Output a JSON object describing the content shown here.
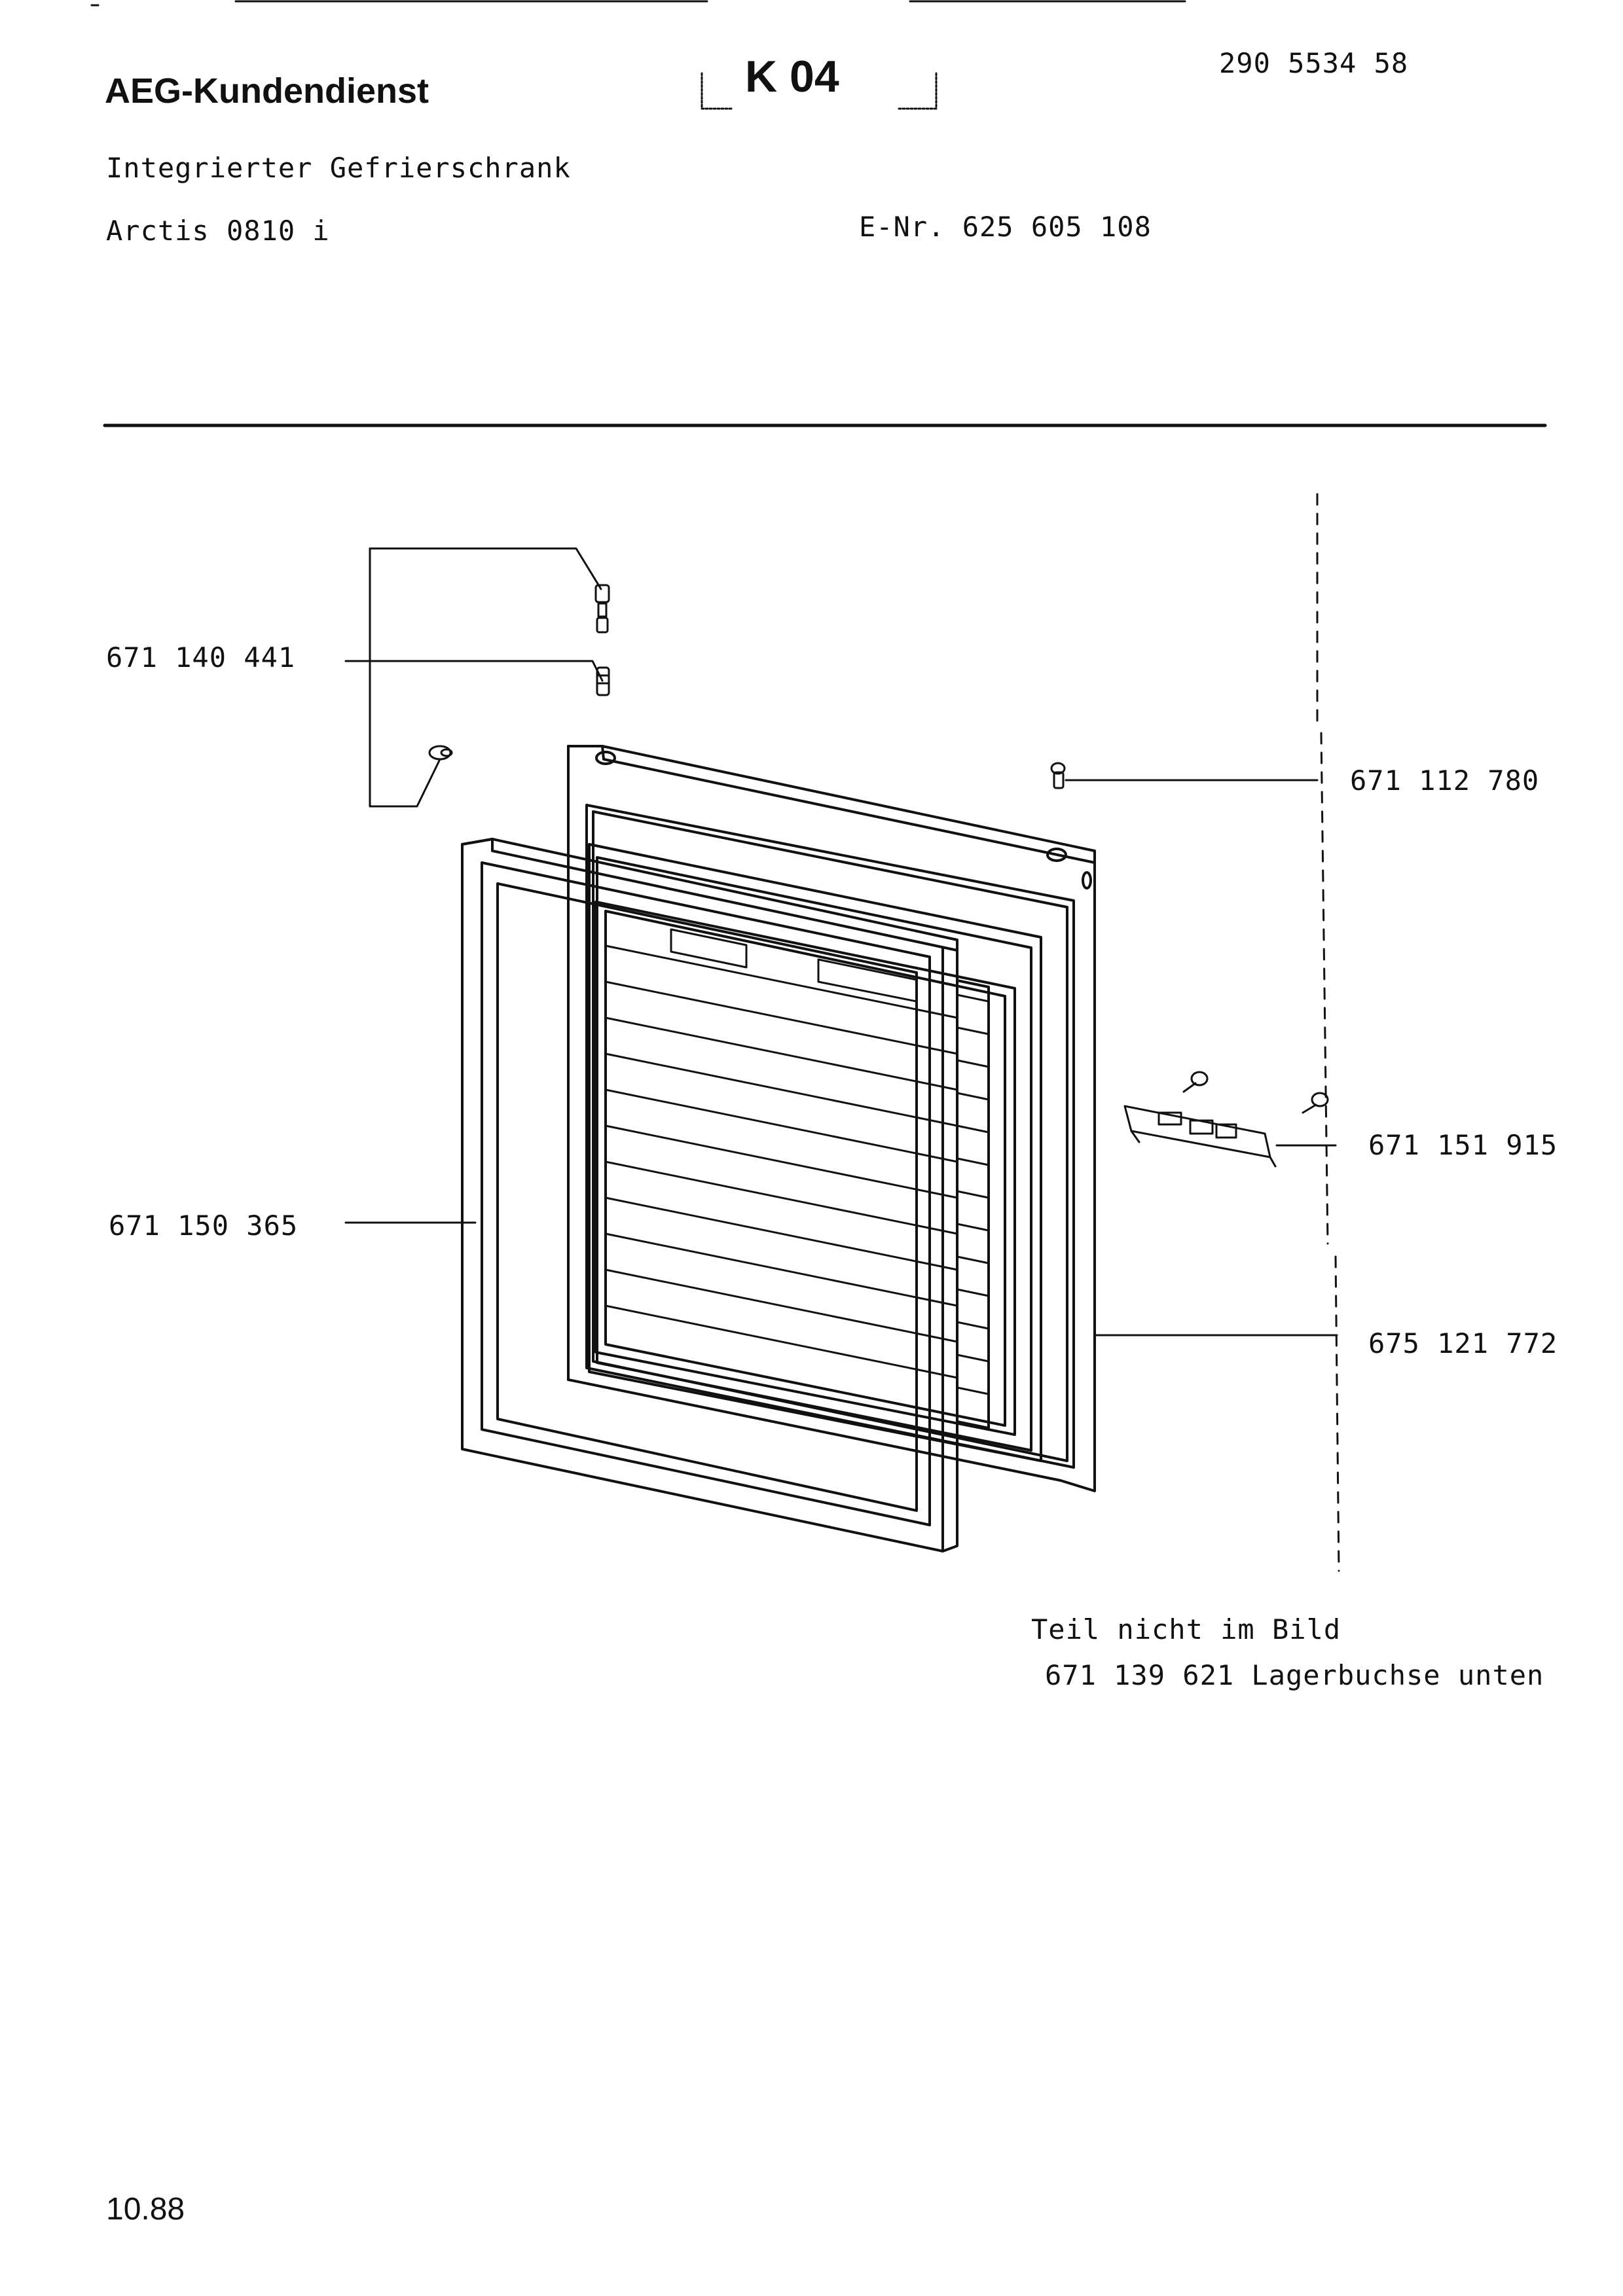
{
  "header": {
    "brand": "AEG-Kundendienst",
    "sheet_code": "K 04",
    "doc_number": "290 5534 58",
    "product_type": "Integrierter Gefrierschrank",
    "model": "Arctis 0810 i",
    "e_number": "E-Nr. 625 605 108"
  },
  "parts": [
    {
      "id": "hinge-screw",
      "number": "671 140 441"
    },
    {
      "id": "bearing-pin",
      "number": "671 112 780"
    },
    {
      "id": "handle-bracket",
      "number": "671 151 915"
    },
    {
      "id": "door-seal",
      "number": "671 150 365"
    },
    {
      "id": "door",
      "number": "675 121 772"
    }
  ],
  "notes": {
    "not_pictured": "Teil nicht im Bild",
    "not_pictured_part": "671 139 621 Lagerbuchse unten"
  },
  "footer": {
    "date": "10.88"
  }
}
